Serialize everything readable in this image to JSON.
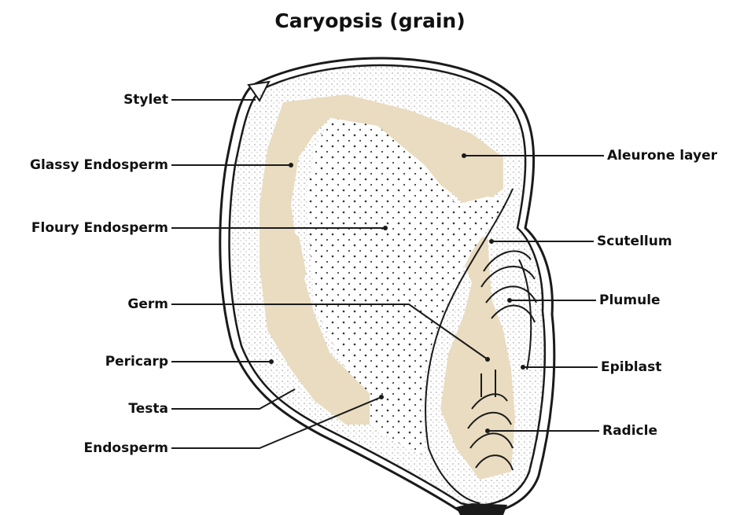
{
  "title": "Caryopsis (grain)",
  "labels": {
    "stylet": "Stylet",
    "glassy_endosperm": "Glassy Endosperm",
    "floury_endosperm": "Floury Endosperm",
    "germ": "Germ",
    "pericarp": "Pericarp",
    "testa": "Testa",
    "endosperm": "Endosperm",
    "aleurone_layer": "Aleurone layer",
    "scutellum": "Scutellum",
    "plumule": "Plumule",
    "epiblast": "Epiblast",
    "radicle": "Radicle"
  },
  "colors": {
    "ink": "#1a1a1a",
    "glassy_fill": "#e9dcc0",
    "background": "#ffffff"
  }
}
